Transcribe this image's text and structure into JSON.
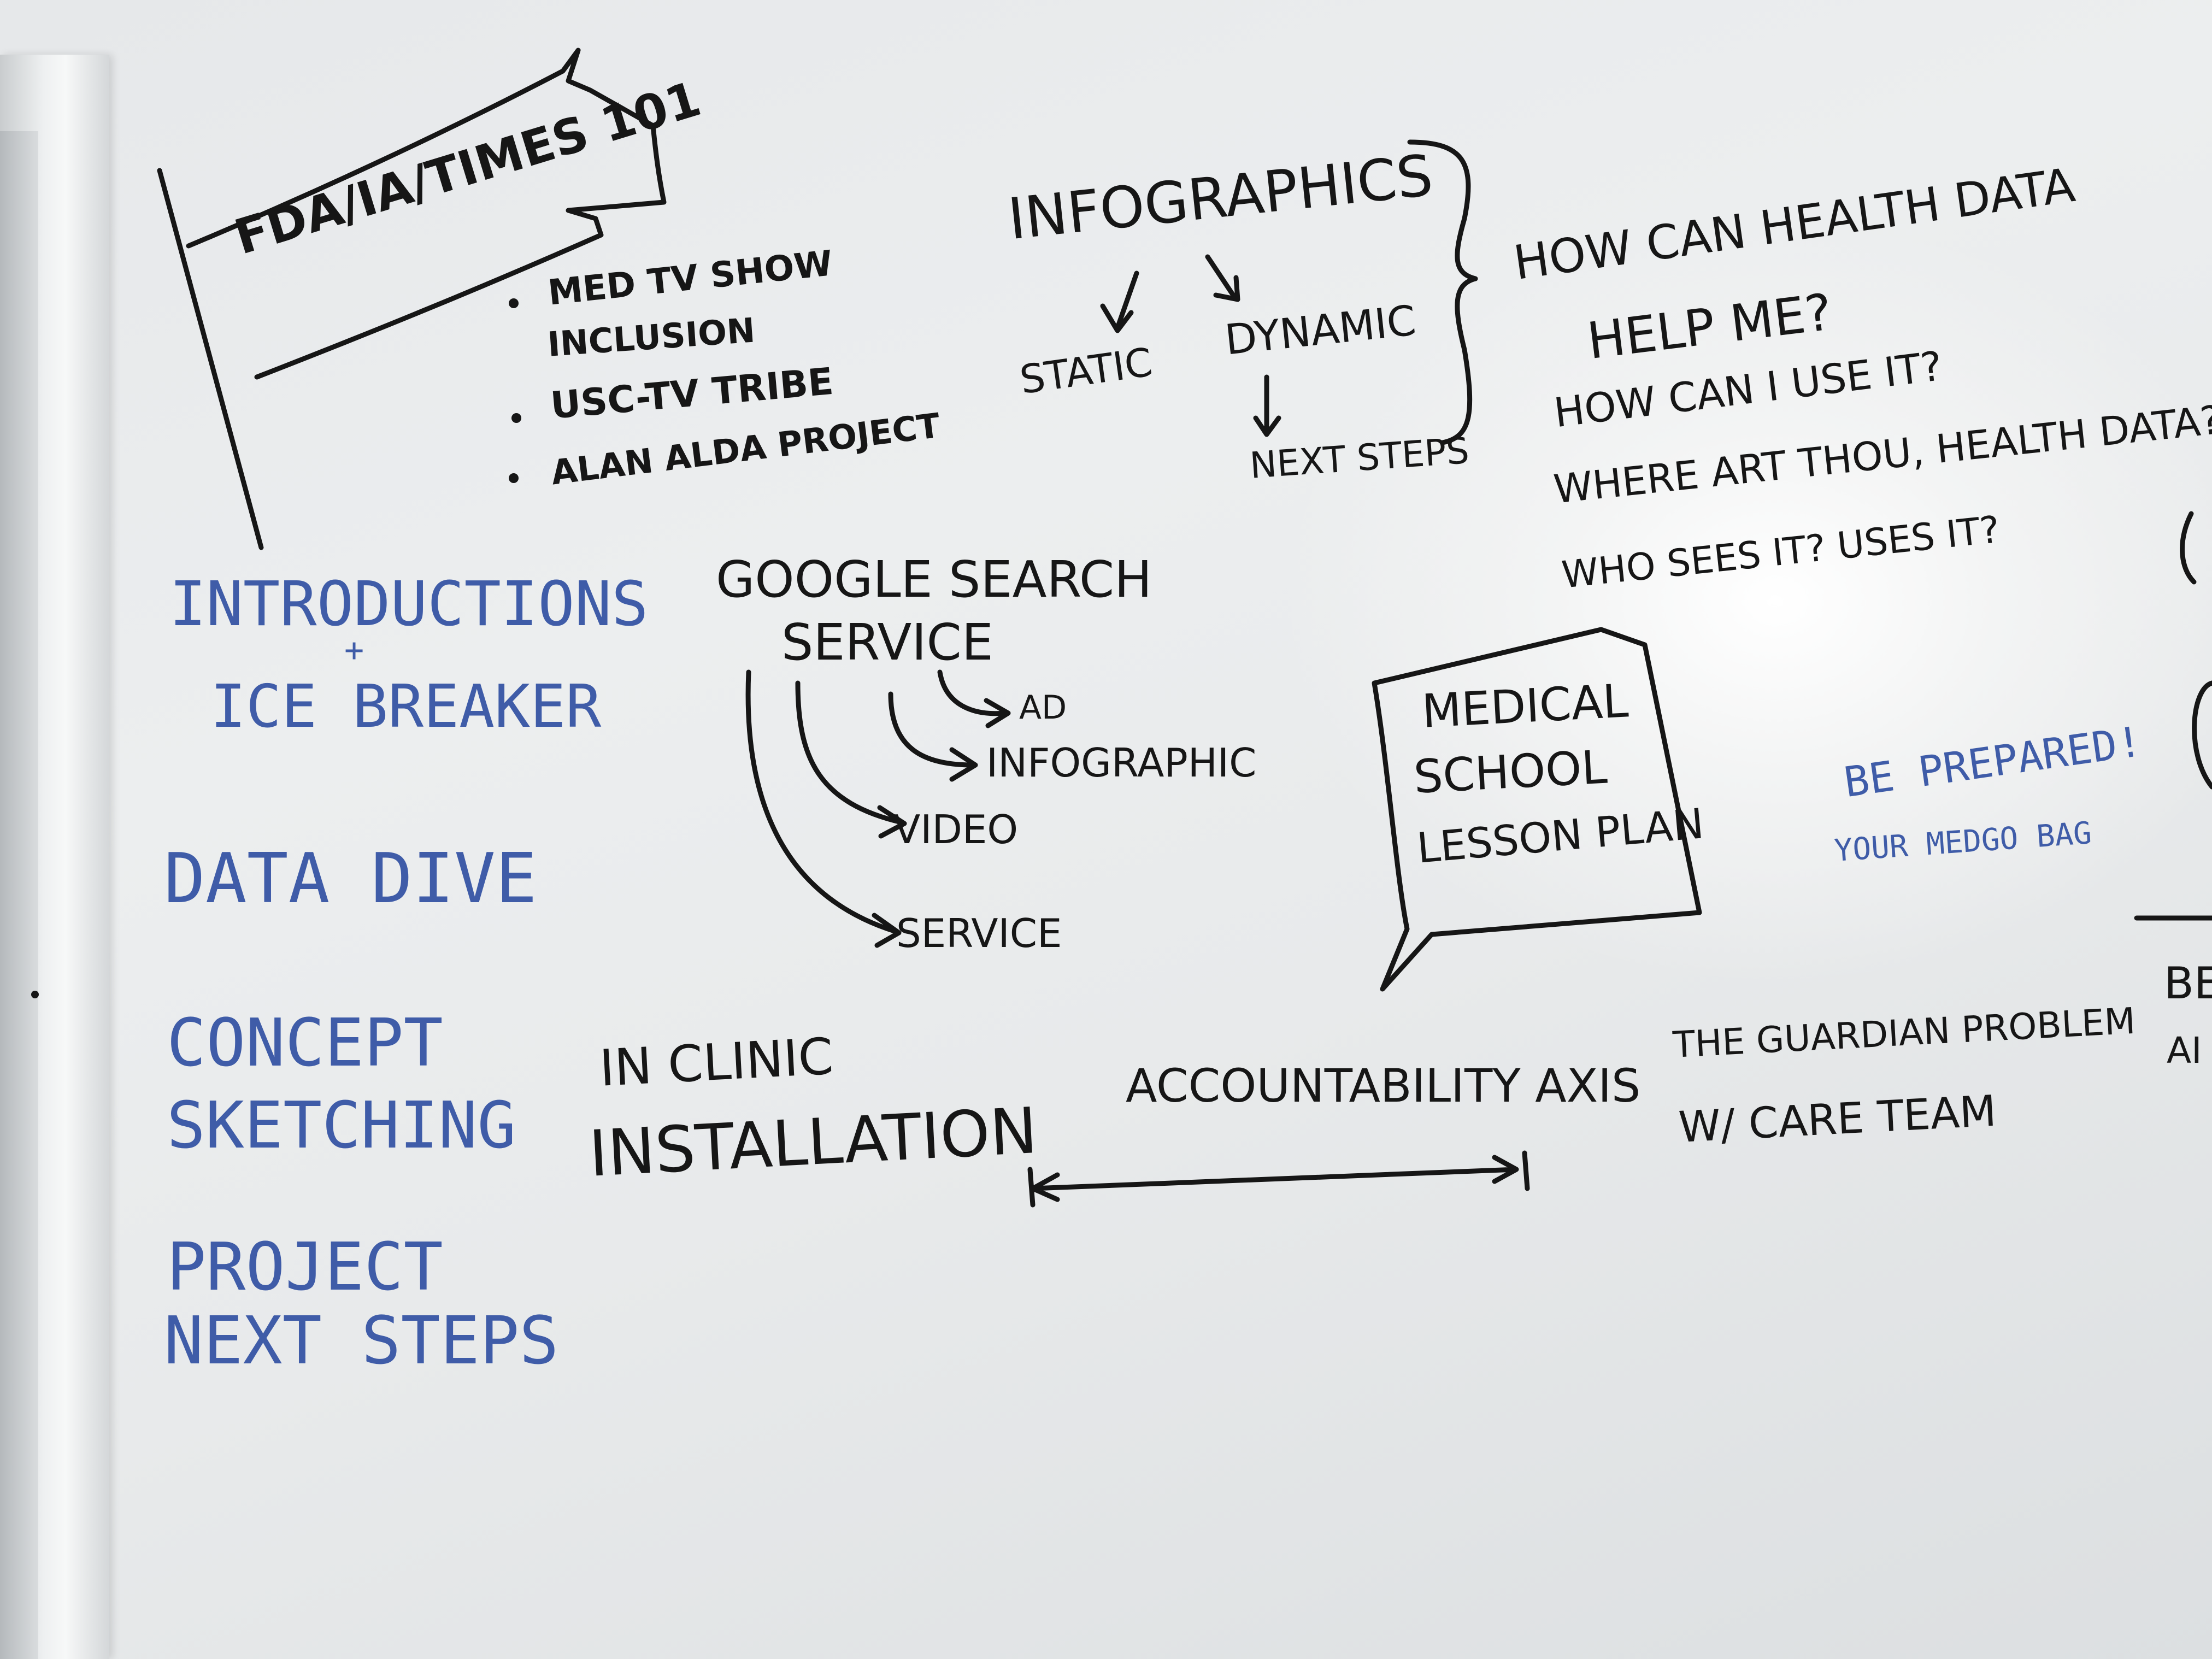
{
  "banner": {
    "title": "FDA/IA/TIMES 101"
  },
  "media_list": [
    "MED TV SHOW",
    "INCLUSION",
    "USC-TV TRIBE",
    "ALAN ALDA PROJECT"
  ],
  "infographics": {
    "title": "INFOGRAPHICS",
    "static": "STATIC",
    "dynamic": "DYNAMIC",
    "next": "NEXT STEPS"
  },
  "questions": [
    "HOW CAN HEALTH DATA",
    "HELP ME?",
    "HOW CAN I USE IT?",
    "WHERE ART THOU, HEALTH DATA?",
    "WHO SEES IT? USES IT?"
  ],
  "agenda": {
    "intro_1": "INTRODUCTIONS",
    "intro_plus": "+",
    "intro_2": "ICE BREAKER",
    "data_dive": "DATA DIVE",
    "concept_1": "CONCEPT",
    "concept_2": "SKETCHING",
    "project_1": "PROJECT",
    "project_2": "NEXT STEPS"
  },
  "google": {
    "title_1": "GOOGLE SEARCH",
    "title_2": "SERVICE",
    "ad": "AD",
    "infographic": "INFOGRAPHIC",
    "video": "VIDEO",
    "service": "SERVICE"
  },
  "lesson_plan": [
    "MEDICAL",
    "SCHOOL",
    "LESSON PLAN"
  ],
  "medgo": {
    "line1": "BE PREPARED!",
    "line2": "YOUR MEDGO BAG"
  },
  "clinic": {
    "line1": "IN CLINIC",
    "line2": "INSTALLATION"
  },
  "axis": {
    "label": "ACCOUNTABILITY AXIS"
  },
  "guardian": {
    "line1": "THE GUARDIAN PROBLEM",
    "line2": "W/ CARE TEAM"
  },
  "edge": {
    "line1": "BE",
    "line2": "AI"
  },
  "colors": {
    "ink_black": "#161616",
    "ink_blue": "#3f5ca8",
    "board": "#eceeef"
  }
}
